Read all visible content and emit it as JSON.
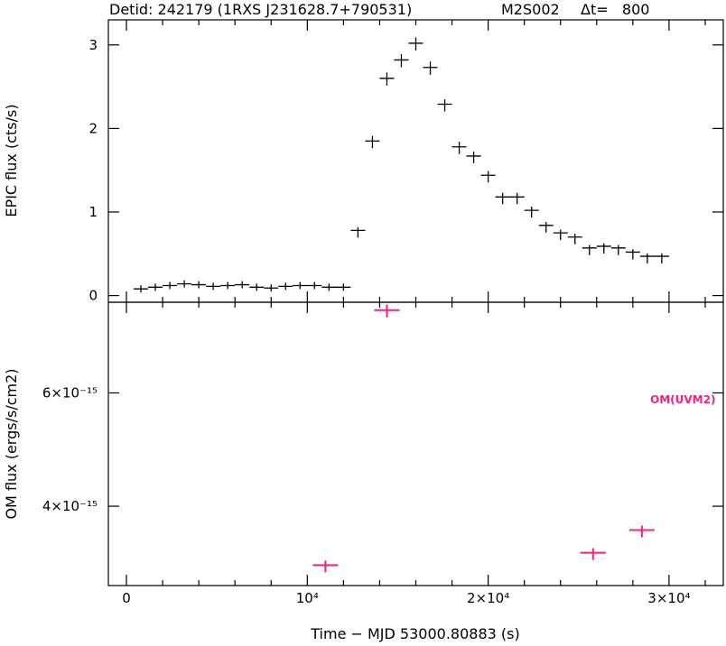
{
  "header": {
    "detid": "Detid: 242179 (1RXS J231628.7+790531)",
    "exposure": "M2S002",
    "dt": "Δt=   800"
  },
  "chart_data": [
    {
      "type": "scatter",
      "title": "",
      "xlabel": "",
      "ylabel": "EPIC flux (cts/s)",
      "xlim": [
        -1000,
        33000
      ],
      "ylim": [
        -0.08,
        3.3
      ],
      "yticks": [
        0,
        1,
        2,
        3
      ],
      "ytick_labels": [
        "0",
        "1",
        "2",
        "3"
      ],
      "color": "#000000",
      "series": [
        {
          "x": [
            800,
            1600,
            2400,
            3200,
            4000,
            4800,
            5600,
            6400,
            7200,
            8000,
            8800,
            9600,
            10400,
            11200,
            12000,
            12800,
            13600,
            14400,
            15200,
            16000,
            16800,
            17600,
            18400,
            19200,
            20000,
            20800,
            21600,
            22400,
            23200,
            24000,
            24800,
            25600,
            26400,
            27200,
            28000,
            28800,
            29600
          ],
          "xerr": 400,
          "y": [
            0.08,
            0.1,
            0.12,
            0.14,
            0.13,
            0.11,
            0.12,
            0.13,
            0.1,
            0.09,
            0.11,
            0.12,
            0.12,
            0.1,
            0.1,
            0.78,
            1.85,
            2.6,
            2.82,
            3.02,
            2.73,
            2.29,
            1.78,
            1.67,
            1.44,
            1.18,
            1.18,
            1.02,
            0.84,
            0.75,
            0.7,
            0.57,
            0.59,
            0.57,
            0.52,
            0.47,
            0.47
          ],
          "yerr": [
            0.015,
            0.015,
            0.015,
            0.015,
            0.015,
            0.015,
            0.015,
            0.015,
            0.015,
            0.015,
            0.015,
            0.015,
            0.015,
            0.015,
            0.015,
            0.04,
            0.06,
            0.07,
            0.07,
            0.07,
            0.07,
            0.06,
            0.06,
            0.055,
            0.05,
            0.05,
            0.05,
            0.045,
            0.04,
            0.04,
            0.04,
            0.035,
            0.035,
            0.035,
            0.035,
            0.035,
            0.035
          ]
        }
      ]
    },
    {
      "type": "scatter",
      "title": "",
      "xlabel": "Time − MJD 53000.80883 (s)",
      "ylabel": "OM flux (ergs/s/cm2)",
      "xlim": [
        -1000,
        33000
      ],
      "ylim": [
        2.6e-15,
        7.6e-15
      ],
      "yticks": [
        4e-15,
        6e-15
      ],
      "ytick_labels": [
        "4×10⁻¹⁵",
        "6×10⁻¹⁵"
      ],
      "xticks": [
        0,
        10000,
        20000,
        30000
      ],
      "xtick_labels": [
        "0",
        "10⁴",
        "2×10⁴",
        "3×10⁴"
      ],
      "annotation": "OM(UVM2)",
      "color": "#ff1f7a",
      "series": [
        {
          "name": "OM(UVM2)",
          "x": [
            11000,
            14400,
            25800,
            28500
          ],
          "xerr": 700,
          "y": [
            2.96e-15,
            7.46e-15,
            3.18e-15,
            3.58e-15
          ],
          "yerr": [
            8e-17,
            1e-16,
            8e-17,
            8e-17
          ]
        }
      ]
    }
  ]
}
